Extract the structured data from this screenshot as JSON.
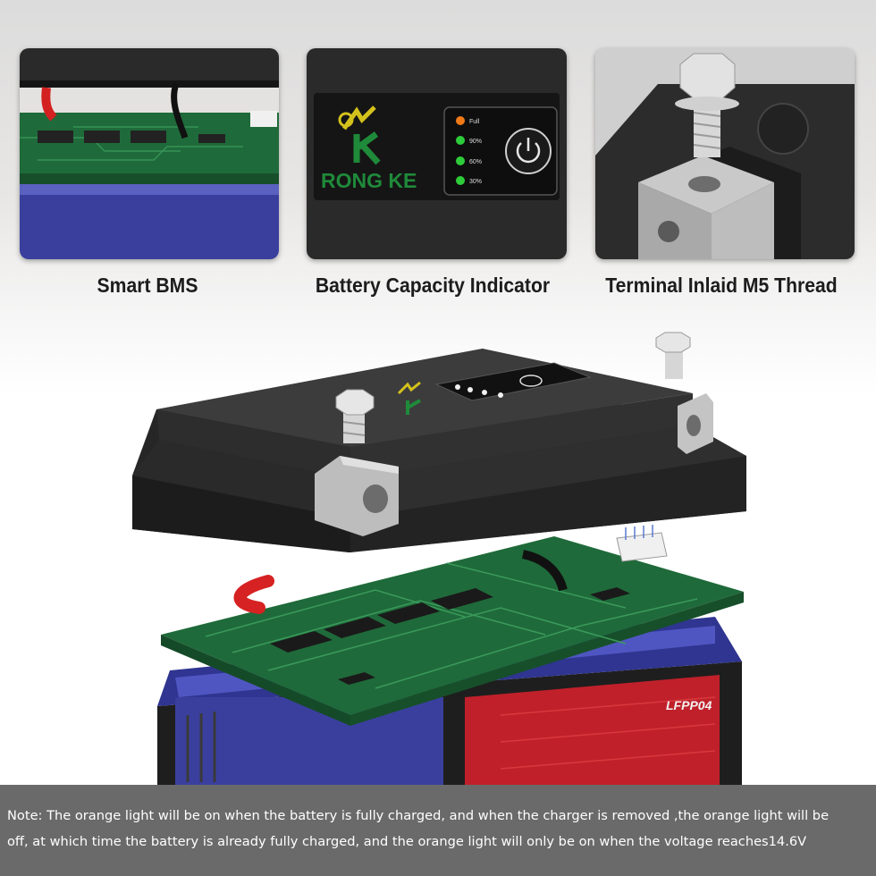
{
  "panels": {
    "bms": {
      "caption": "Smart BMS"
    },
    "indicator": {
      "caption": "Battery Capacity Indicator",
      "brand_logo_text": "RONG KE",
      "levels": [
        {
          "label": "Full",
          "color": "#f07a16"
        },
        {
          "label": "90%",
          "color": "#2ecc3a"
        },
        {
          "label": "60%",
          "color": "#2ecc3a"
        },
        {
          "label": "30%",
          "color": "#2ecc3a"
        }
      ],
      "power_icon": "power-icon"
    },
    "terminal": {
      "caption": "Terminal Inlaid M5 Thread"
    }
  },
  "product": {
    "cell_label": "LFPP04"
  },
  "note": {
    "line1": "Note: The orange light will be on when the battery is fully charged, and when the charger is removed ,the orange light will be",
    "line2": "off, at which time the battery is already fully charged, and the orange light will only be on when the voltage reaches14.6V"
  },
  "colors": {
    "pcb_green": "#1f6a3a",
    "case_black": "#2a2a2a",
    "cell_blue": "#3a3f9e",
    "orange_led": "#f07a16",
    "green_led": "#2ecc3a",
    "note_bg": "#6a6a6a"
  }
}
